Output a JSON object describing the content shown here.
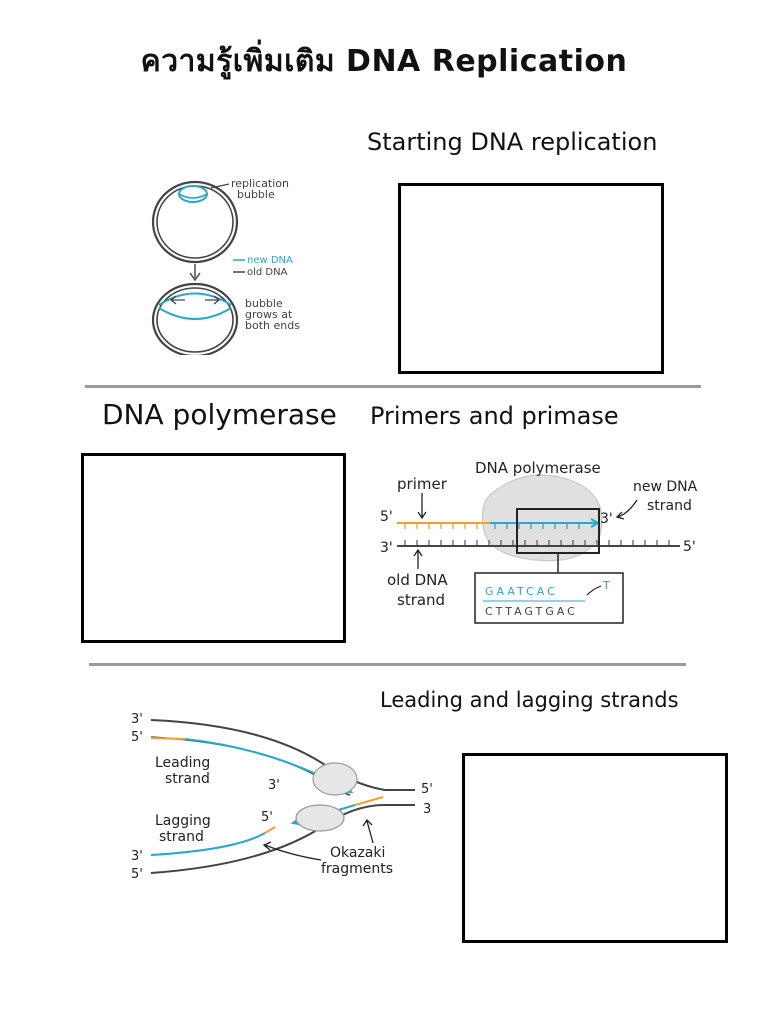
{
  "title": "ความรู้เพิ่มเติม DNA Replication",
  "sections": {
    "starting": {
      "heading": "Starting DNA replication",
      "diagram": {
        "replication_bubble": "replication",
        "replication_bubble_2": "bubble",
        "new_dna": "new DNA",
        "old_dna": "old DNA",
        "bubble_grows_1": "bubble",
        "bubble_grows_2": "grows at",
        "bubble_grows_3": "both ends"
      }
    },
    "polymerase": {
      "heading": "DNA polymerase"
    },
    "primers": {
      "heading": "Primers and primase",
      "diagram": {
        "primer": "primer",
        "dna_polymerase": "DNA polymerase",
        "new_dna_1": "new DNA",
        "new_dna_2": "strand",
        "old_dna_1": "old DNA",
        "old_dna_2": "strand",
        "five_prime": "5'",
        "three_prime": "3'",
        "three_prime_right": "3'",
        "five_prime_right": "5'",
        "seq_new": "GAATCAC",
        "seq_add": "T",
        "seq_old": "CTTAGTGAC"
      }
    },
    "leading_lagging": {
      "heading": "Leading and lagging strands",
      "diagram": {
        "top_3": "3'",
        "top_5": "5'",
        "bottom_3": "3'",
        "bottom_5": "5'",
        "right_5": "5'",
        "right_3": "3",
        "leading_1": "Leading",
        "leading_2": "strand",
        "lagging_1": "Lagging",
        "lagging_2": "strand",
        "inner_3": "3'",
        "inner_5": "5'",
        "okazaki_1": "Okazaki",
        "okazaki_2": "fragments"
      }
    }
  },
  "colors": {
    "new_dna": "#2aa7c9",
    "primer": "#f0a030",
    "divider": "#9a9a9a",
    "enzyme": "#d9d9d9"
  }
}
